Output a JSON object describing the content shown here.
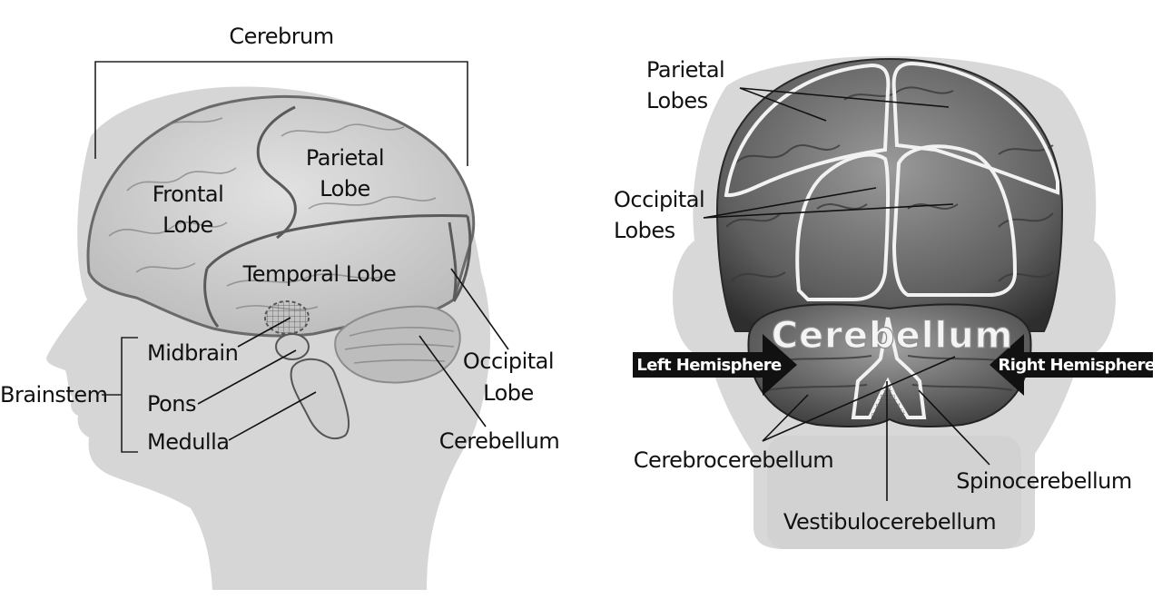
{
  "side_view": {
    "cerebrum": "Cerebrum",
    "frontal_lobe": [
      "Frontal",
      "Lobe"
    ],
    "parietal_lobe": [
      "Parietal",
      "Lobe"
    ],
    "temporal_lobe": "Temporal Lobe",
    "occipital_lobe": [
      "Occipital",
      "Lobe"
    ],
    "cerebellum": "Cerebellum",
    "brainstem": "Brainstem",
    "midbrain": "Midbrain",
    "pons": "Pons",
    "medulla": "Medulla"
  },
  "back_view": {
    "parietal_lobes": [
      "Parietal",
      "Lobes"
    ],
    "occipital_lobes": [
      "Occipital",
      "Lobes"
    ],
    "cerebellum_title": "Cerebellum",
    "left_hemisphere": "Left Hemisphere",
    "right_hemisphere": "Right Hemisphere",
    "cerebrocerebellum": "Cerebrocerebellum",
    "vestibulocerebellum": "Vestibulocerebellum",
    "spinocerebellum": "Spinocerebellum"
  },
  "colors": {
    "head_silhouette": "#d6d6d6",
    "brain_light": "#c9c9c9",
    "brain_dark": "#555555",
    "arrow_fill": "#111111"
  }
}
